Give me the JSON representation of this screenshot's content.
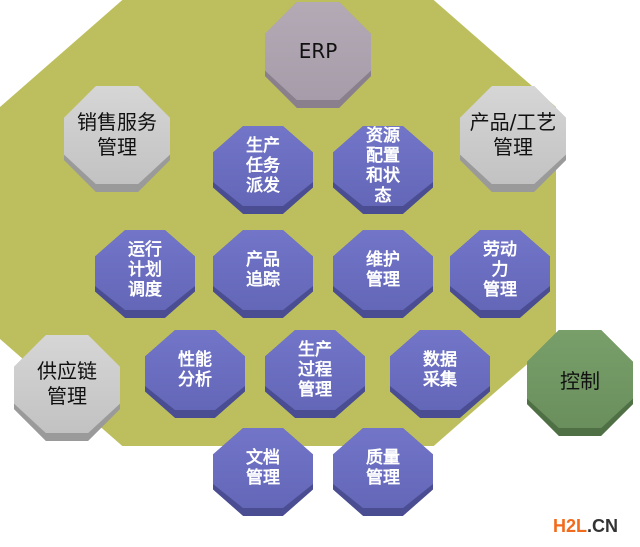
{
  "outer": {
    "erp": "ERP",
    "sales": "销售服务\n管理",
    "product_process": "产品/工艺\n管理",
    "supply_chain": "供应链\n管理",
    "control": "控制"
  },
  "modules": [
    "生产\n任务\n派发",
    "资源\n配置\n和状\n态",
    "运行\n计划\n调度",
    "产品\n追踪",
    "维护\n管理",
    "劳动\n力\n管理",
    "性能\n分析",
    "生产\n过程\n管理",
    "数据\n采集",
    "文档\n管理",
    "质量\n管理"
  ],
  "watermark": {
    "brand": "H2L",
    "suffix": ".CN"
  },
  "colors": {
    "board": "#bdbf5e",
    "module": "#6b6ec0",
    "control": "#6f9a62",
    "outer": "#c8c8c8",
    "erp": "#ada2af"
  }
}
